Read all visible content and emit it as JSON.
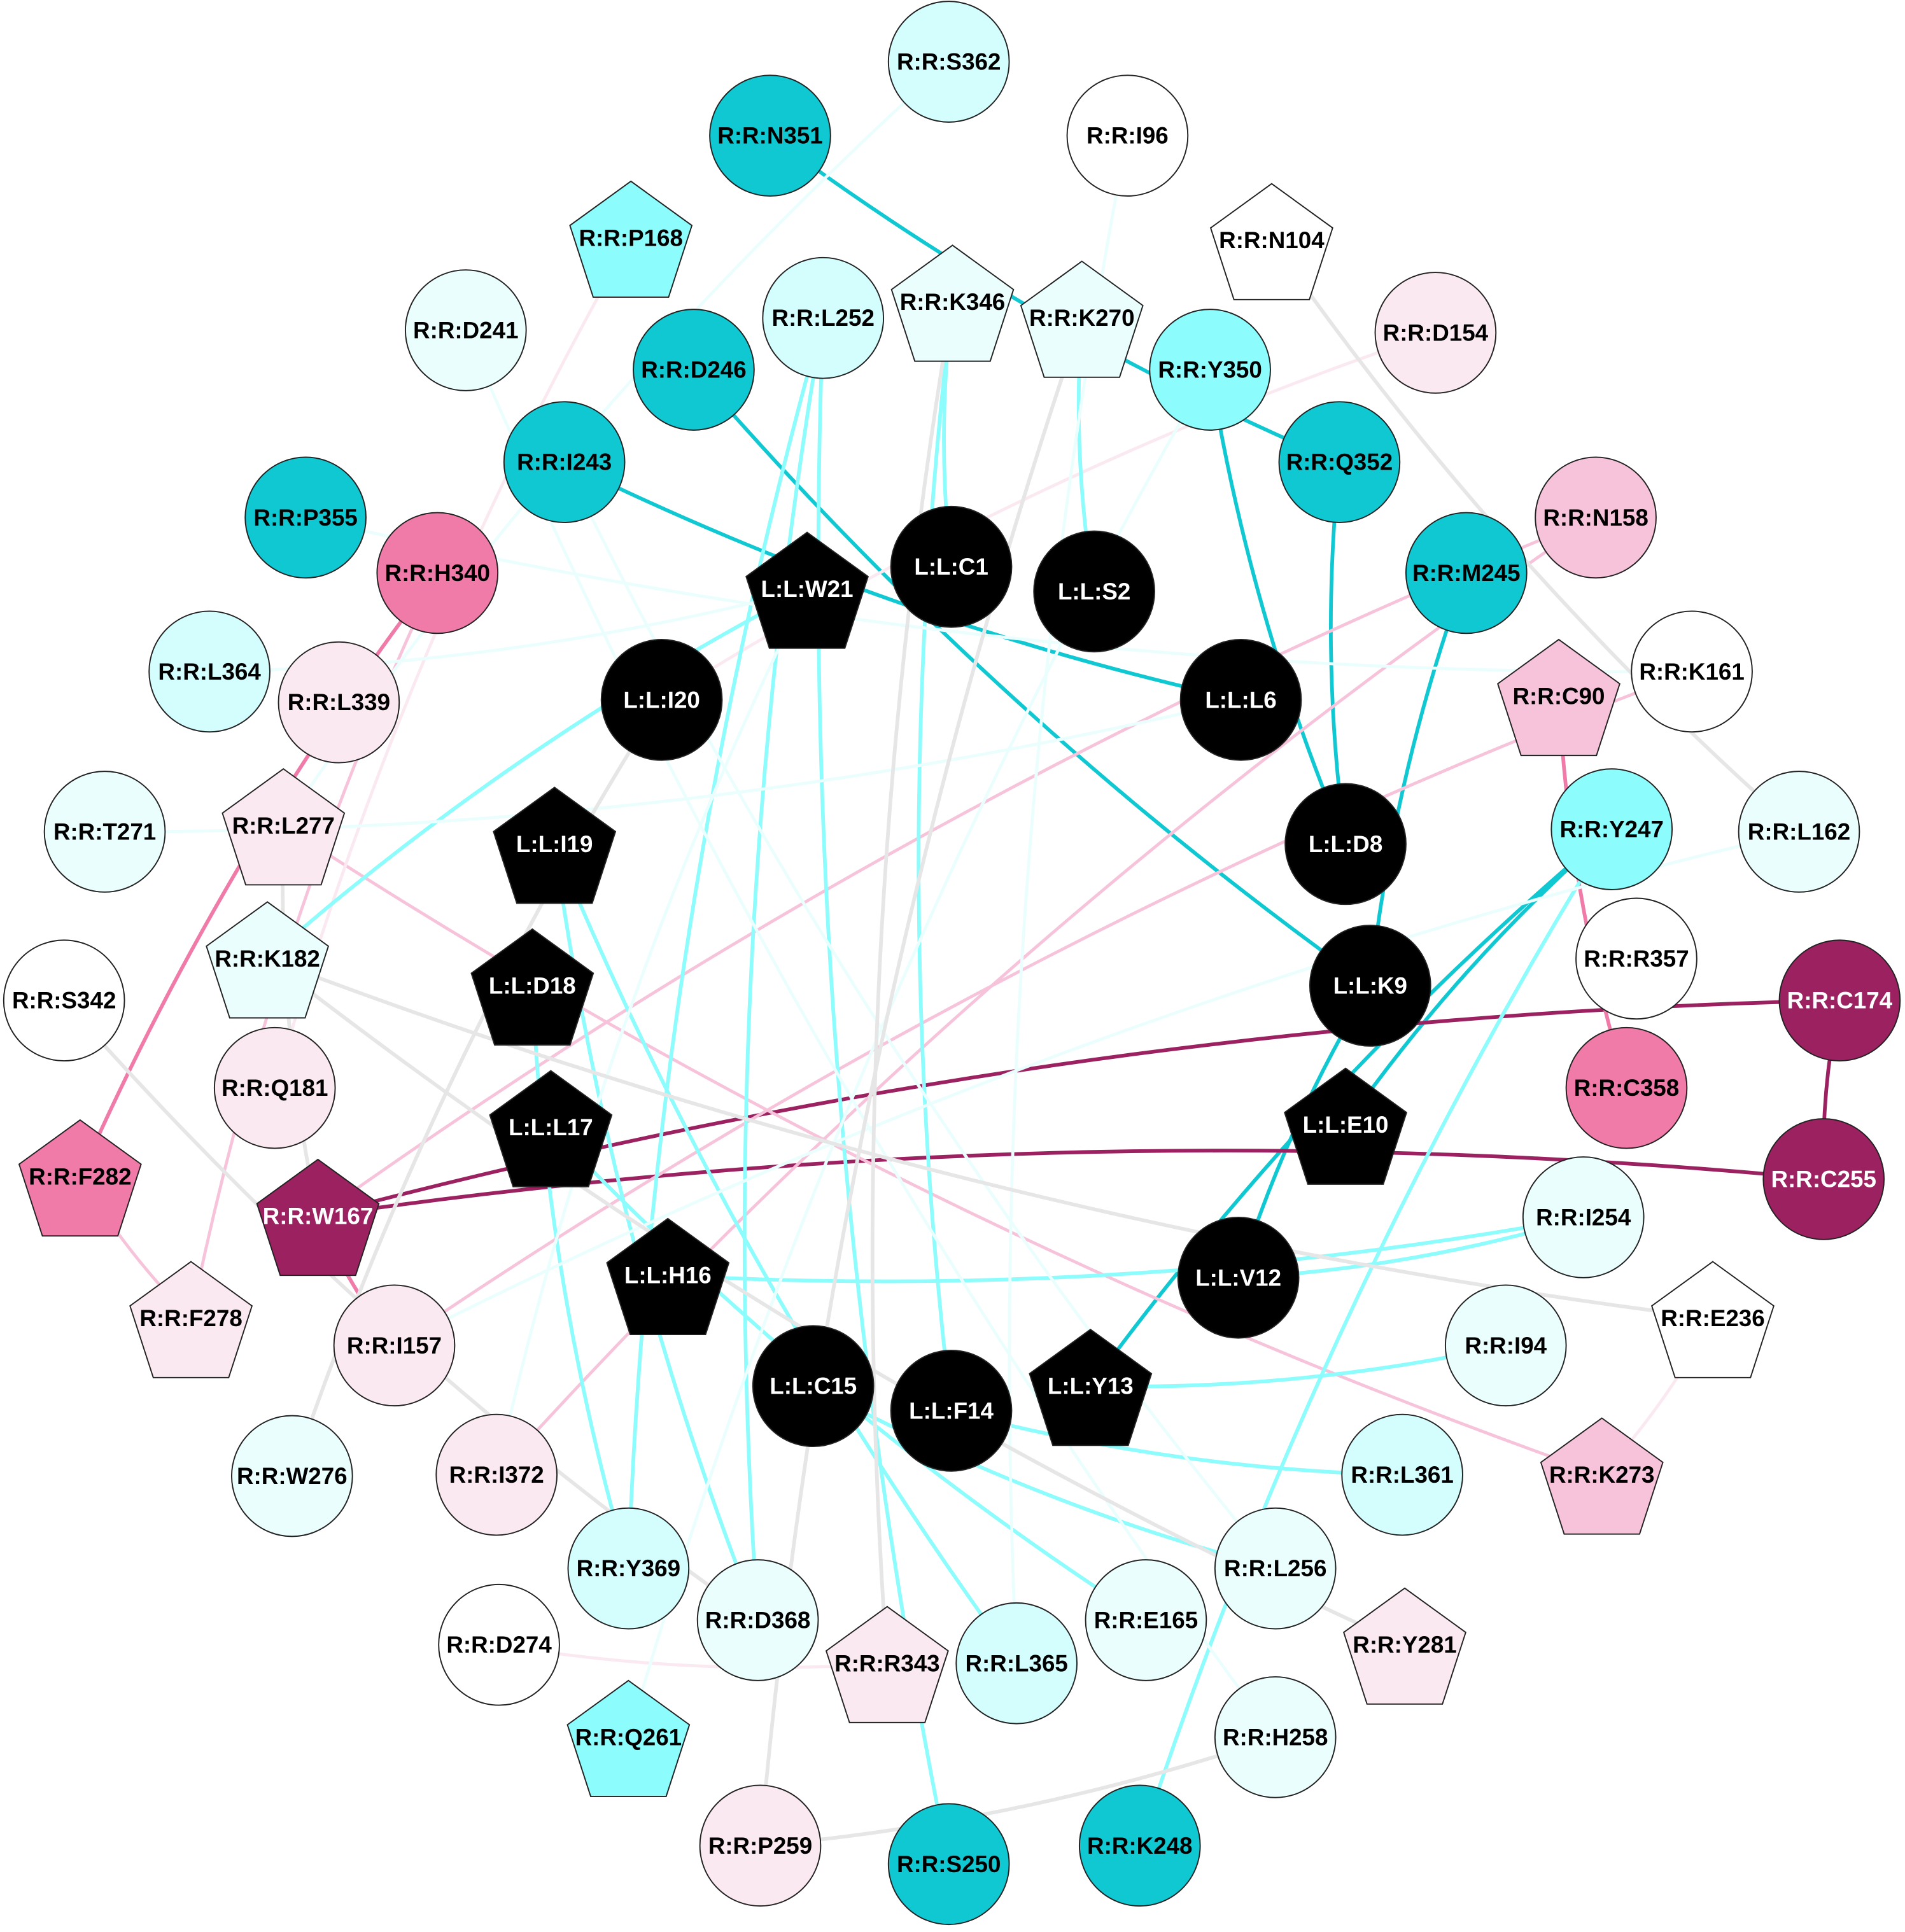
{
  "palette": {
    "teal": "#10c8d2",
    "cyan": "#8cfcfc",
    "cyan_light": "#d4fefe",
    "cyan_pale": "#ebfefe",
    "white": "#ffffff",
    "black": "#000000",
    "pink_pale": "#fbe9f1",
    "pink_light": "#f7c3da",
    "pink": "#f07aa8",
    "purple": "#9c2160",
    "gray": "#e6e6e6"
  },
  "nodes": [
    {
      "id": "S362",
      "label": "R:R:S362",
      "shape": "circle",
      "fill": "cyan_light"
    },
    {
      "id": "I96",
      "label": "R:R:I96",
      "shape": "circle",
      "fill": "white"
    },
    {
      "id": "N351",
      "label": "R:R:N351",
      "shape": "circle",
      "fill": "teal"
    },
    {
      "id": "P168",
      "label": "R:R:P168",
      "shape": "pentagon",
      "fill": "cyan"
    },
    {
      "id": "N104",
      "label": "R:R:N104",
      "shape": "pentagon",
      "fill": "white"
    },
    {
      "id": "D241",
      "label": "R:R:D241",
      "shape": "circle",
      "fill": "cyan_pale"
    },
    {
      "id": "L252",
      "label": "R:R:L252",
      "shape": "circle",
      "fill": "cyan_light"
    },
    {
      "id": "K346",
      "label": "R:R:K346",
      "shape": "pentagon",
      "fill": "cyan_pale"
    },
    {
      "id": "K270",
      "label": "R:R:K270",
      "shape": "pentagon",
      "fill": "cyan_pale"
    },
    {
      "id": "D154",
      "label": "R:R:D154",
      "shape": "circle",
      "fill": "pink_pale"
    },
    {
      "id": "D246",
      "label": "R:R:D246",
      "shape": "circle",
      "fill": "teal"
    },
    {
      "id": "Y350",
      "label": "R:R:Y350",
      "shape": "circle",
      "fill": "cyan"
    },
    {
      "id": "I243",
      "label": "R:R:I243",
      "shape": "circle",
      "fill": "teal"
    },
    {
      "id": "Q352",
      "label": "R:R:Q352",
      "shape": "circle",
      "fill": "teal"
    },
    {
      "id": "P355",
      "label": "R:R:P355",
      "shape": "circle",
      "fill": "teal"
    },
    {
      "id": "H340",
      "label": "R:R:H340",
      "shape": "circle",
      "fill": "pink"
    },
    {
      "id": "C1",
      "label": "L:L:C1",
      "shape": "circle",
      "fill": "black"
    },
    {
      "id": "S2",
      "label": "L:L:S2",
      "shape": "circle",
      "fill": "black"
    },
    {
      "id": "W21",
      "label": "L:L:W21",
      "shape": "pentagon",
      "fill": "black"
    },
    {
      "id": "M245",
      "label": "R:R:M245",
      "shape": "circle",
      "fill": "teal"
    },
    {
      "id": "N158",
      "label": "R:R:N158",
      "shape": "circle",
      "fill": "pink_light"
    },
    {
      "id": "L364",
      "label": "R:R:L364",
      "shape": "circle",
      "fill": "cyan_light"
    },
    {
      "id": "L339",
      "label": "R:R:L339",
      "shape": "circle",
      "fill": "pink_pale"
    },
    {
      "id": "I20",
      "label": "L:L:I20",
      "shape": "circle",
      "fill": "black"
    },
    {
      "id": "L6",
      "label": "L:L:L6",
      "shape": "circle",
      "fill": "black"
    },
    {
      "id": "C90",
      "label": "R:R:C90",
      "shape": "pentagon",
      "fill": "pink_light"
    },
    {
      "id": "K161",
      "label": "R:R:K161",
      "shape": "circle",
      "fill": "white"
    },
    {
      "id": "T271",
      "label": "R:R:T271",
      "shape": "circle",
      "fill": "cyan_pale"
    },
    {
      "id": "L277",
      "label": "R:R:L277",
      "shape": "pentagon",
      "fill": "pink_pale"
    },
    {
      "id": "I19",
      "label": "L:L:I19",
      "shape": "pentagon",
      "fill": "black"
    },
    {
      "id": "D8",
      "label": "L:L:D8",
      "shape": "circle",
      "fill": "black"
    },
    {
      "id": "Y247",
      "label": "R:R:Y247",
      "shape": "circle",
      "fill": "cyan"
    },
    {
      "id": "L162",
      "label": "R:R:L162",
      "shape": "circle",
      "fill": "cyan_pale"
    },
    {
      "id": "K182",
      "label": "R:R:K182",
      "shape": "pentagon",
      "fill": "cyan_pale"
    },
    {
      "id": "S342",
      "label": "R:R:S342",
      "shape": "circle",
      "fill": "white"
    },
    {
      "id": "D18",
      "label": "L:L:D18",
      "shape": "pentagon",
      "fill": "black"
    },
    {
      "id": "K9",
      "label": "L:L:K9",
      "shape": "circle",
      "fill": "black"
    },
    {
      "id": "R357",
      "label": "R:R:R357",
      "shape": "circle",
      "fill": "white"
    },
    {
      "id": "C174",
      "label": "R:R:C174",
      "shape": "circle",
      "fill": "purple"
    },
    {
      "id": "Q181",
      "label": "R:R:Q181",
      "shape": "circle",
      "fill": "pink_pale"
    },
    {
      "id": "L17",
      "label": "L:L:L17",
      "shape": "pentagon",
      "fill": "black"
    },
    {
      "id": "E10",
      "label": "L:L:E10",
      "shape": "pentagon",
      "fill": "black"
    },
    {
      "id": "C358",
      "label": "R:R:C358",
      "shape": "circle",
      "fill": "pink"
    },
    {
      "id": "F282",
      "label": "R:R:F282",
      "shape": "pentagon",
      "fill": "pink"
    },
    {
      "id": "W167",
      "label": "R:R:W167",
      "shape": "pentagon",
      "fill": "purple"
    },
    {
      "id": "C255",
      "label": "R:R:C255",
      "shape": "circle",
      "fill": "purple"
    },
    {
      "id": "I254",
      "label": "R:R:I254",
      "shape": "circle",
      "fill": "cyan_pale"
    },
    {
      "id": "H16",
      "label": "L:L:H16",
      "shape": "pentagon",
      "fill": "black"
    },
    {
      "id": "V12",
      "label": "L:L:V12",
      "shape": "circle",
      "fill": "black"
    },
    {
      "id": "F278",
      "label": "R:R:F278",
      "shape": "pentagon",
      "fill": "pink_pale"
    },
    {
      "id": "I157",
      "label": "R:R:I157",
      "shape": "circle",
      "fill": "pink_pale"
    },
    {
      "id": "E236",
      "label": "R:R:E236",
      "shape": "pentagon",
      "fill": "white"
    },
    {
      "id": "I94",
      "label": "R:R:I94",
      "shape": "circle",
      "fill": "cyan_pale"
    },
    {
      "id": "C15",
      "label": "L:L:C15",
      "shape": "circle",
      "fill": "black"
    },
    {
      "id": "F14",
      "label": "L:L:F14",
      "shape": "circle",
      "fill": "black"
    },
    {
      "id": "Y13",
      "label": "L:L:Y13",
      "shape": "pentagon",
      "fill": "black"
    },
    {
      "id": "W276",
      "label": "R:R:W276",
      "shape": "circle",
      "fill": "cyan_pale"
    },
    {
      "id": "I372",
      "label": "R:R:I372",
      "shape": "circle",
      "fill": "pink_pale"
    },
    {
      "id": "L361",
      "label": "R:R:L361",
      "shape": "circle",
      "fill": "cyan_light"
    },
    {
      "id": "K273",
      "label": "R:R:K273",
      "shape": "pentagon",
      "fill": "pink_light"
    },
    {
      "id": "Y369",
      "label": "R:R:Y369",
      "shape": "circle",
      "fill": "cyan_light"
    },
    {
      "id": "D368",
      "label": "R:R:D368",
      "shape": "circle",
      "fill": "cyan_pale"
    },
    {
      "id": "L256",
      "label": "R:R:L256",
      "shape": "circle",
      "fill": "cyan_pale"
    },
    {
      "id": "E165",
      "label": "R:R:E165",
      "shape": "circle",
      "fill": "cyan_pale"
    },
    {
      "id": "D274",
      "label": "R:R:D274",
      "shape": "circle",
      "fill": "white"
    },
    {
      "id": "R343",
      "label": "R:R:R343",
      "shape": "pentagon",
      "fill": "pink_pale"
    },
    {
      "id": "L365",
      "label": "R:R:L365",
      "shape": "circle",
      "fill": "cyan_light"
    },
    {
      "id": "Y281",
      "label": "R:R:Y281",
      "shape": "pentagon",
      "fill": "pink_pale"
    },
    {
      "id": "Q261",
      "label": "R:R:Q261",
      "shape": "pentagon",
      "fill": "cyan"
    },
    {
      "id": "H258",
      "label": "R:R:H258",
      "shape": "circle",
      "fill": "cyan_pale"
    },
    {
      "id": "P259",
      "label": "R:R:P259",
      "shape": "circle",
      "fill": "pink_pale"
    },
    {
      "id": "S250",
      "label": "R:R:S250",
      "shape": "circle",
      "fill": "teal"
    },
    {
      "id": "K248",
      "label": "R:R:K248",
      "shape": "circle",
      "fill": "teal"
    }
  ],
  "edges": [
    [
      "N351",
      "Q352",
      "teal"
    ],
    [
      "Q352",
      "D8",
      "teal"
    ],
    [
      "Y350",
      "D8",
      "teal"
    ],
    [
      "I243",
      "L6",
      "teal"
    ],
    [
      "D246",
      "K9",
      "teal"
    ],
    [
      "M245",
      "K9",
      "teal"
    ],
    [
      "Y247",
      "Y13",
      "teal"
    ],
    [
      "Y247",
      "E10",
      "teal"
    ],
    [
      "K9",
      "V12",
      "teal"
    ],
    [
      "C174",
      "C255",
      "purple"
    ],
    [
      "C174",
      "W167",
      "purple"
    ],
    [
      "C255",
      "W167",
      "purple"
    ],
    [
      "H340",
      "F282",
      "pink"
    ],
    [
      "C90",
      "C358",
      "pink"
    ],
    [
      "W167",
      "I157",
      "pink"
    ],
    [
      "H340",
      "F278",
      "pink_light"
    ],
    [
      "N158",
      "W167",
      "pink_light"
    ],
    [
      "N158",
      "I372",
      "pink_light"
    ],
    [
      "K161",
      "I157",
      "pink_light"
    ],
    [
      "L277",
      "K273",
      "pink_light"
    ],
    [
      "F282",
      "F278",
      "pink_light"
    ],
    [
      "P168",
      "Q181",
      "pink_pale"
    ],
    [
      "D154",
      "I20",
      "pink_pale"
    ],
    [
      "K273",
      "E236",
      "pink_pale"
    ],
    [
      "D274",
      "R343",
      "pink_pale"
    ],
    [
      "K346",
      "C1",
      "cyan"
    ],
    [
      "K270",
      "S2",
      "cyan"
    ],
    [
      "K346",
      "F14",
      "cyan"
    ],
    [
      "L252",
      "S250",
      "cyan"
    ],
    [
      "L252",
      "Y369",
      "cyan"
    ],
    [
      "I19",
      "D368",
      "cyan"
    ],
    [
      "I19",
      "L365",
      "cyan"
    ],
    [
      "D18",
      "Y369",
      "cyan"
    ],
    [
      "L17",
      "E165",
      "cyan"
    ],
    [
      "H16",
      "I254",
      "cyan"
    ],
    [
      "V12",
      "I254",
      "cyan"
    ],
    [
      "Y13",
      "I94",
      "cyan"
    ],
    [
      "F14",
      "L361",
      "cyan"
    ],
    [
      "C15",
      "L256",
      "cyan"
    ],
    [
      "W21",
      "K182",
      "cyan"
    ],
    [
      "Y247",
      "K248",
      "cyan"
    ],
    [
      "L252",
      "D368",
      "cyan"
    ],
    [
      "S362",
      "L277",
      "cyan_pale"
    ],
    [
      "I96",
      "L365",
      "cyan_pale"
    ],
    [
      "P355",
      "K161",
      "cyan_pale"
    ],
    [
      "L364",
      "W21",
      "cyan_pale"
    ],
    [
      "T271",
      "L6",
      "cyan_pale"
    ],
    [
      "D241",
      "H258",
      "cyan_pale"
    ],
    [
      "I243",
      "L256",
      "cyan_pale"
    ],
    [
      "Y350",
      "Q261",
      "cyan_pale"
    ],
    [
      "W21",
      "I372",
      "cyan_pale"
    ],
    [
      "L162",
      "I157",
      "cyan_pale"
    ],
    [
      "I20",
      "W276",
      "cyan_pale"
    ],
    [
      "N104",
      "L162",
      "gray"
    ],
    [
      "K346",
      "R343",
      "gray"
    ],
    [
      "K270",
      "P259",
      "gray"
    ],
    [
      "K182",
      "E236",
      "gray"
    ],
    [
      "S342",
      "D368",
      "gray"
    ],
    [
      "I20",
      "W276",
      "gray"
    ],
    [
      "L277",
      "W167",
      "gray"
    ],
    [
      "P259",
      "H258",
      "gray"
    ],
    [
      "K182",
      "Y281",
      "gray"
    ]
  ]
}
